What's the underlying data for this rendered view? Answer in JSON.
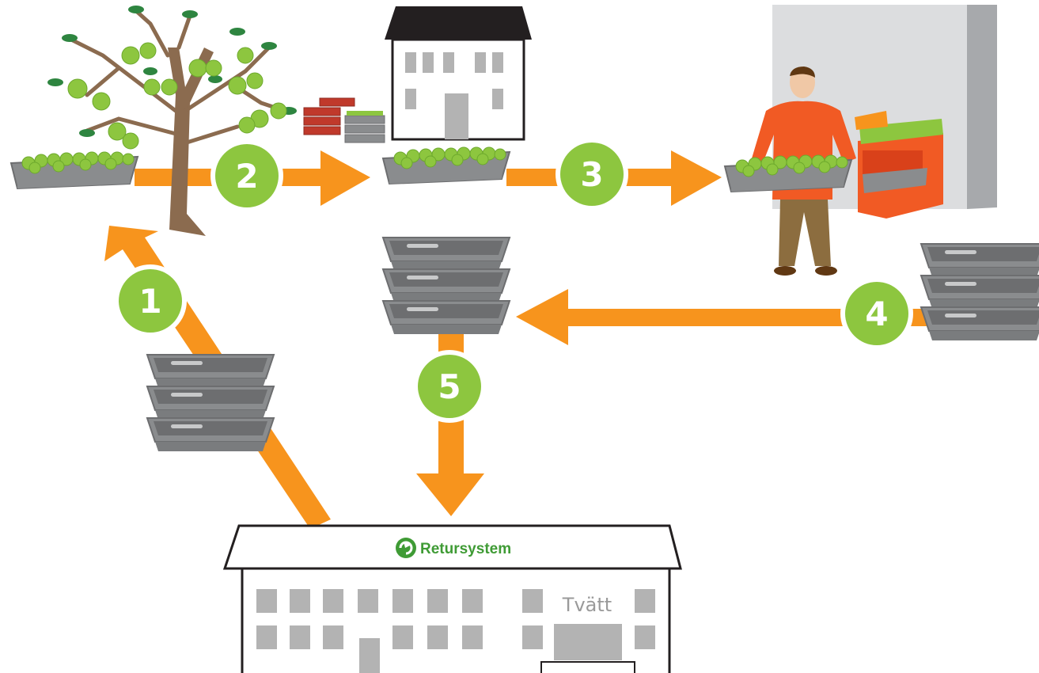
{
  "steps": [
    "1",
    "2",
    "3",
    "4",
    "5"
  ],
  "brand": {
    "name": "Retursystem"
  },
  "facility": {
    "wash_label": "Tvätt"
  },
  "colors": {
    "arrow": "#f7941d",
    "step_circle": "#8dc63f",
    "step_ring": "#ffffff",
    "crate": "#8a8c8e",
    "crate_dark": "#6d6e70",
    "apple": "#8dc63f",
    "brand_green": "#3f9b35",
    "building_window": "#b3b3b3"
  },
  "icons": [
    "apple-tree-icon",
    "crate-stack-icon",
    "packhouse-icon",
    "store-icon",
    "shopkeeper-icon",
    "recycle-logo-icon"
  ]
}
